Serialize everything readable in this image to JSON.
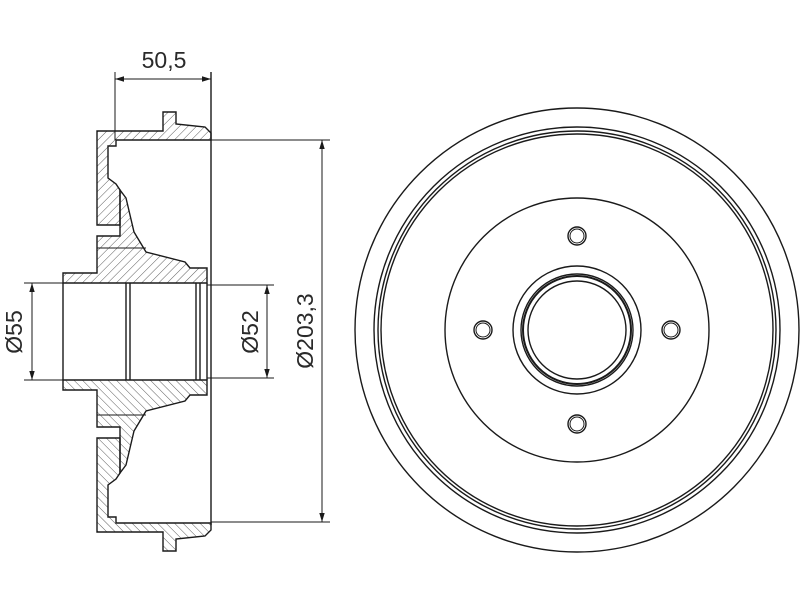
{
  "drawing": {
    "title": "Brake drum technical drawing",
    "dimensions": {
      "width": "50,5",
      "bore_outer": "Ø55",
      "bore_inner": "Ø52",
      "drum_diameter": "Ø203,3"
    },
    "bolt_holes": 4,
    "line_color": "#1a1a1a"
  }
}
